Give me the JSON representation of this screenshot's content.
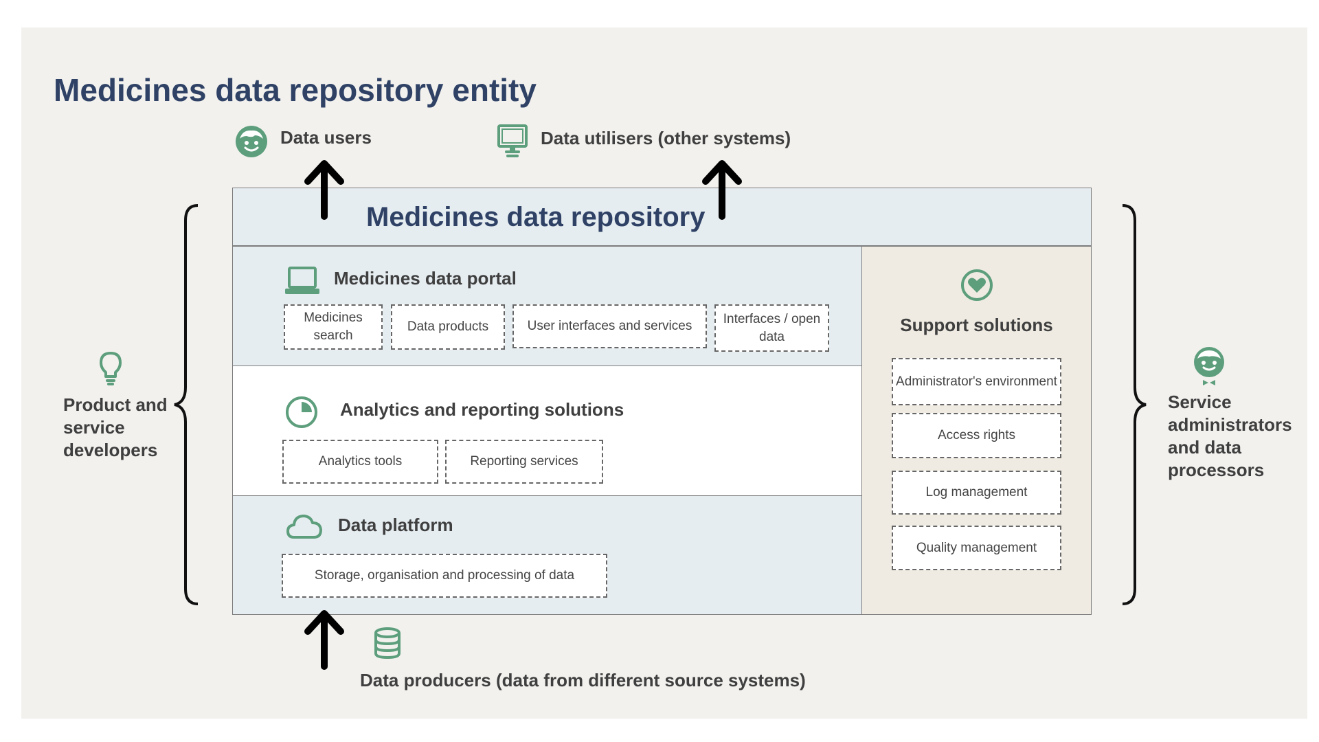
{
  "title": "Medicines data repository entity",
  "top_labels": {
    "data_users": "Data users",
    "data_utilisers": "Data utilisers (other systems)"
  },
  "bottom_label": "Data producers (data from different source systems)",
  "left_label": "Product and service developers",
  "right_label": "Service administrators and data processors",
  "repository": {
    "title": "Medicines data repository",
    "portal": {
      "title": "Medicines data portal",
      "items": [
        "Medicines search",
        "Data products",
        "User interfaces and services",
        "Interfaces / open data"
      ]
    },
    "analytics": {
      "title": "Analytics and reporting solutions",
      "items": [
        "Analytics tools",
        "Reporting services"
      ]
    },
    "platform": {
      "title": "Data platform",
      "items": [
        "Storage, organisation and processing of data"
      ]
    },
    "support": {
      "title": "Support solutions",
      "items": [
        "Administrator's environment",
        "Access rights",
        "Log management",
        "Quality management"
      ]
    }
  },
  "icons": {
    "data_users": "smiley-face-icon",
    "data_utilisers": "monitor-icon",
    "data_producers": "database-icon",
    "product_developers": "lightbulb-icon",
    "service_admins": "person-bowtie-icon",
    "portal": "laptop-icon",
    "analytics": "pie-chart-icon",
    "platform": "cloud-icon",
    "support": "heart-icon"
  },
  "colors": {
    "accent": "#5d9e7c",
    "title": "#2f4266",
    "section_blue": "#e6edf1",
    "section_beige": "#efebe2",
    "background": "#f2f1ee"
  }
}
